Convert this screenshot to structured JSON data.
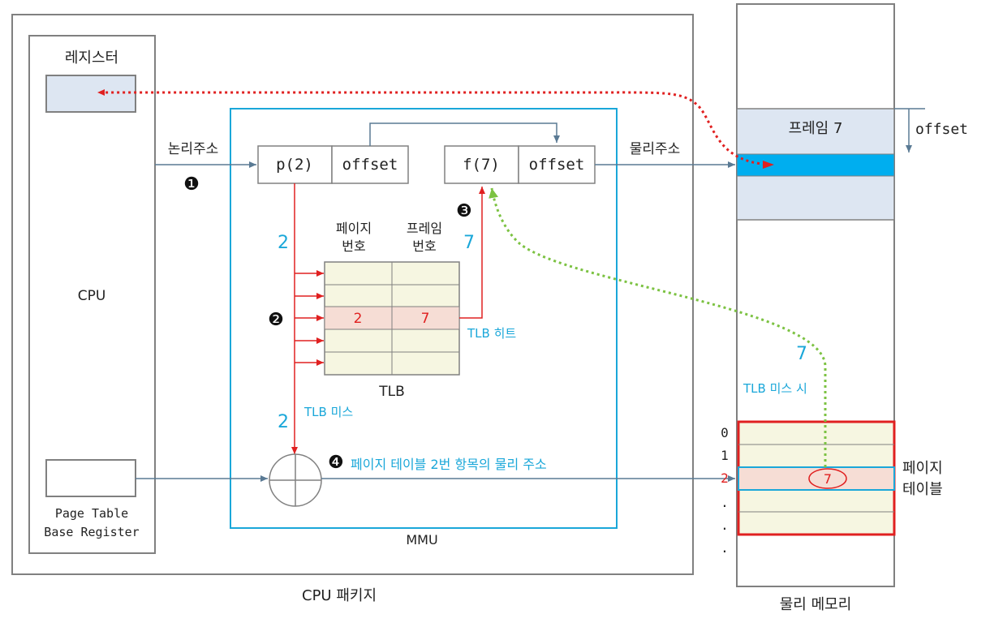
{
  "cpu_package": {
    "label": "CPU 패키지"
  },
  "cpu": {
    "register_label": "레지스터",
    "label": "CPU",
    "ptbr_line1": "Page Table",
    "ptbr_line2": "Base Register"
  },
  "mmu": {
    "label": "MMU",
    "logical_addr_label": "논리주소",
    "physical_addr_label": "물리주소",
    "page_cell": "p(2)",
    "offset_cell": "offset",
    "frame_cell": "f(7)",
    "offset_cell2": "offset",
    "step1": "❶",
    "step2": "❷",
    "step3": "❸",
    "step4": "❹",
    "page_num_value": "2",
    "frame_num_value": "7",
    "miss_value": "2",
    "tlb_hit": "TLB 히트",
    "tlb_miss": "TLB 미스",
    "step4_text": "페이지 테이블 2번 항목의 물리 주소"
  },
  "tlb": {
    "label": "TLB",
    "col1_line1": "페이지",
    "col1_line2": "번호",
    "col2_line1": "프레임",
    "col2_line2": "번호",
    "hit_row": {
      "page": "2",
      "frame": "7"
    }
  },
  "physical_memory": {
    "label": "물리 메모리",
    "frame_label": "프레임 7",
    "offset_label": "offset",
    "miss_label": "TLB 미스 시",
    "miss_value": "7",
    "page_table_line1": "페이지",
    "page_table_line2": "테이블",
    "index": [
      "0",
      "1",
      "2",
      ".",
      ".",
      "."
    ],
    "entry_value": "7"
  },
  "colors": {
    "cyan": "#1aa7d9",
    "red": "#e02020",
    "green": "#7cc242",
    "gray_line": "#5a7a94",
    "tlb_fill": "#f6f6e1",
    "hit_fill": "#f6ddd5",
    "frame_fill": "#dde6f2",
    "highlight": "#00aeef"
  }
}
